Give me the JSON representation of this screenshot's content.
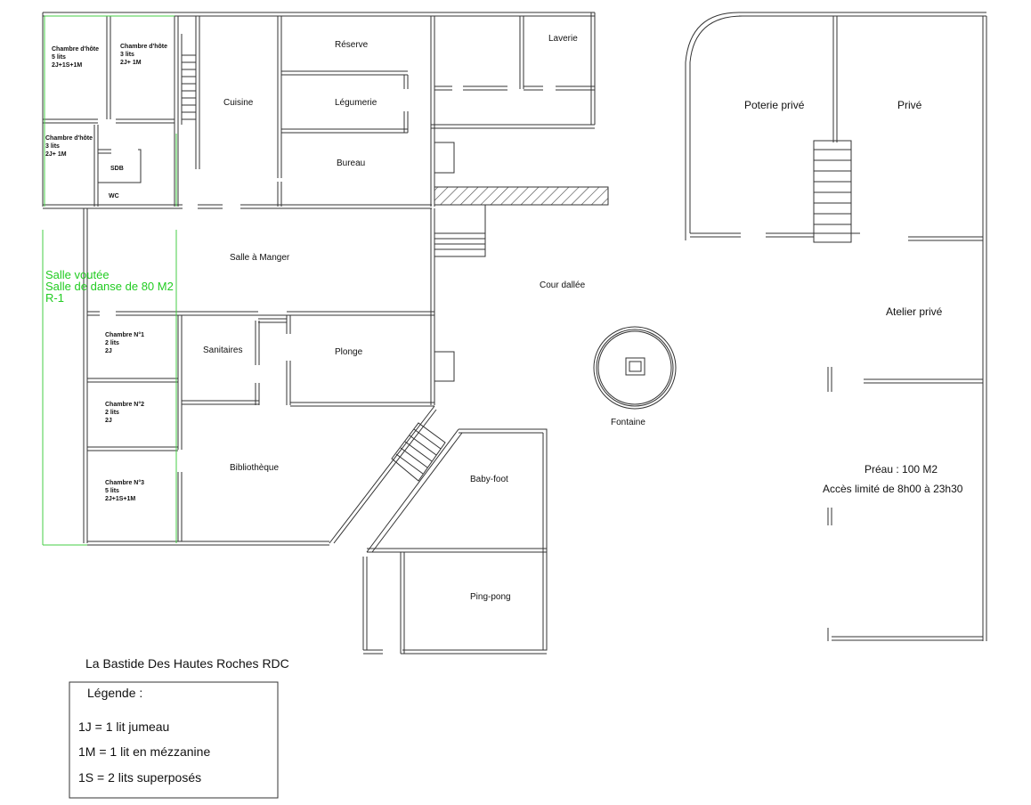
{
  "plan_title": "La Bastide Des Hautes Roches RDC",
  "legend": {
    "heading": "Légende :",
    "items": [
      "1J = 1 lit jumeau",
      "1M = 1 lit en mézzanine",
      "1S = 2 lits superposés"
    ]
  },
  "rooms": {
    "chambre_hote_1": [
      "Chambre d'hôte",
      "5 lits",
      "2J+1S+1M"
    ],
    "chambre_hote_2": [
      "Chambre d'hôte",
      "3 lits",
      "2J+ 1M"
    ],
    "chambre_hote_3": [
      "Chambre d'hôte",
      "3 lits",
      "2J+ 1M"
    ],
    "sdb": "SDB",
    "wc": "WC",
    "cuisine": "Cuisine",
    "reserve": "Réserve",
    "legumerie": "Légumerie",
    "bureau": "Bureau",
    "laverie": "Laverie",
    "salle_manger": "Salle à Manger",
    "salle_voutee": [
      "Salle voutée",
      "Salle de danse de 80 M2",
      "R-1"
    ],
    "chambre_1": [
      "Chambre  N°1",
      "2 lits",
      "2J"
    ],
    "chambre_2": [
      "Chambre  N°2",
      "2 lits",
      "2J"
    ],
    "chambre_3": [
      "Chambre  N°3",
      "5 lits",
      "2J+1S+1M"
    ],
    "sanitaires": "Sanitaires",
    "plonge": "Plonge",
    "bibliotheque": "Bibliothèque",
    "cour": "Cour dallée",
    "fontaine": "Fontaine",
    "baby_foot": "Baby-foot",
    "ping_pong": "Ping-pong",
    "poterie": "Poterie privé",
    "prive": "Privé",
    "atelier": "Atelier privé",
    "preau": [
      "Préau : 100 M2",
      "Accès limité de 8h00 à 23h30"
    ]
  }
}
